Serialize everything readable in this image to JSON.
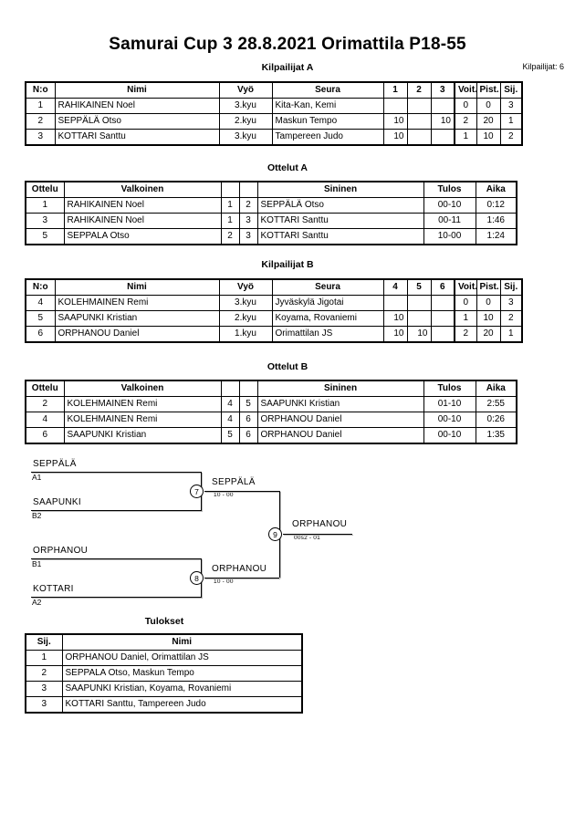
{
  "header": {
    "title": "Samurai Cup 3  28.8.2021  Orimattila   P18-55",
    "competitor_count_label": "Kilpailijat: 6"
  },
  "pool_a": {
    "caption": "Kilpailijat A",
    "columns": [
      "N:o",
      "Nimi",
      "Vyö",
      "Seura",
      "1",
      "2",
      "3",
      "Voit.",
      "Pist.",
      "Sij."
    ],
    "rows": [
      {
        "no": "1",
        "name": "RAHIKAINEN Noel",
        "belt": "3.kyu",
        "club": "Kita-Kan, Kemi",
        "m1": "",
        "m2": "",
        "m3": "",
        "wins": "0",
        "points": "0",
        "rank": "3"
      },
      {
        "no": "2",
        "name": "SEPPÄLÄ Otso",
        "belt": "2.kyu",
        "club": "Maskun Tempo",
        "m1": "10",
        "m2": "",
        "m3": "10",
        "wins": "2",
        "points": "20",
        "rank": "1"
      },
      {
        "no": "3",
        "name": "KOTTARI Santtu",
        "belt": "3.kyu",
        "club": "Tampereen Judo",
        "m1": "10",
        "m2": "",
        "m3": "",
        "wins": "1",
        "points": "10",
        "rank": "2"
      }
    ]
  },
  "matches_a": {
    "caption": "Ottelut A",
    "columns": [
      "Ottelu",
      "Valkoinen",
      "",
      "",
      "Sininen",
      "Tulos",
      "Aika"
    ],
    "rows": [
      {
        "no": "1",
        "white": "RAHIKAINEN Noel",
        "wn": "1",
        "bn": "2",
        "blue": "SEPPÄLÄ Otso",
        "result": "00-10",
        "time": "0:12"
      },
      {
        "no": "3",
        "white": "RAHIKAINEN Noel",
        "wn": "1",
        "bn": "3",
        "blue": "KOTTARI Santtu",
        "result": "00-11",
        "time": "1:46"
      },
      {
        "no": "5",
        "white": "SEPPALA Otso",
        "wn": "2",
        "bn": "3",
        "blue": "KOTTARI Santtu",
        "result": "10-00",
        "time": "1:24"
      }
    ]
  },
  "pool_b": {
    "caption": "Kilpailijat B",
    "columns": [
      "N:o",
      "Nimi",
      "Vyö",
      "Seura",
      "4",
      "5",
      "6",
      "Voit.",
      "Pist.",
      "Sij."
    ],
    "rows": [
      {
        "no": "4",
        "name": "KOLEHMAINEN Remi",
        "belt": "3.kyu",
        "club": "Jyväskylä Jigotai",
        "m1": "",
        "m2": "",
        "m3": "",
        "wins": "0",
        "points": "0",
        "rank": "3"
      },
      {
        "no": "5",
        "name": "SAAPUNKI Kristian",
        "belt": "2.kyu",
        "club": "Koyama, Rovaniemi",
        "m1": "10",
        "m2": "",
        "m3": "",
        "wins": "1",
        "points": "10",
        "rank": "2"
      },
      {
        "no": "6",
        "name": "ORPHANOU Daniel",
        "belt": "1.kyu",
        "club": "Orimattilan JS",
        "m1": "10",
        "m2": "10",
        "m3": "",
        "wins": "2",
        "points": "20",
        "rank": "1"
      }
    ]
  },
  "matches_b": {
    "caption": "Ottelut B",
    "columns": [
      "Ottelu",
      "Valkoinen",
      "",
      "",
      "Sininen",
      "Tulos",
      "Aika"
    ],
    "rows": [
      {
        "no": "2",
        "white": "KOLEHMAINEN Remi",
        "wn": "4",
        "bn": "5",
        "blue": "SAAPUNKI Kristian",
        "result": "01-10",
        "time": "2:55"
      },
      {
        "no": "4",
        "white": "KOLEHMAINEN Remi",
        "wn": "4",
        "bn": "6",
        "blue": "ORPHANOU Daniel",
        "result": "00-10",
        "time": "0:26"
      },
      {
        "no": "6",
        "white": "SAAPUNKI Kristian",
        "wn": "5",
        "bn": "6",
        "blue": "ORPHANOU Daniel",
        "result": "00-10",
        "time": "1:35"
      }
    ]
  },
  "bracket": {
    "entries": [
      {
        "name": "SEPPÄLÄ",
        "seed": "A1"
      },
      {
        "name": "SAAPUNKI",
        "seed": "B2"
      },
      {
        "name": "ORPHANOU",
        "seed": "B1"
      },
      {
        "name": "KOTTARI",
        "seed": "A2"
      }
    ],
    "nodes": [
      {
        "number": "7",
        "winner": "SEPPÄLÄ",
        "score": "10 - 00"
      },
      {
        "number": "8",
        "winner": "ORPHANOU",
        "score": "10 - 00"
      },
      {
        "number": "9",
        "winner": "ORPHANOU",
        "score": "00s2 - 01"
      }
    ]
  },
  "results": {
    "caption": "Tulokset",
    "columns": [
      "Sij.",
      "Nimi"
    ],
    "rows": [
      {
        "rank": "1",
        "name": "ORPHANOU Daniel, Orimattilan JS"
      },
      {
        "rank": "2",
        "name": "SEPPALA Otso, Maskun Tempo"
      },
      {
        "rank": "3",
        "name": "SAAPUNKI Kristian, Koyama, Rovaniemi"
      },
      {
        "rank": "3",
        "name": "KOTTARI Santtu, Tampereen Judo"
      }
    ]
  }
}
